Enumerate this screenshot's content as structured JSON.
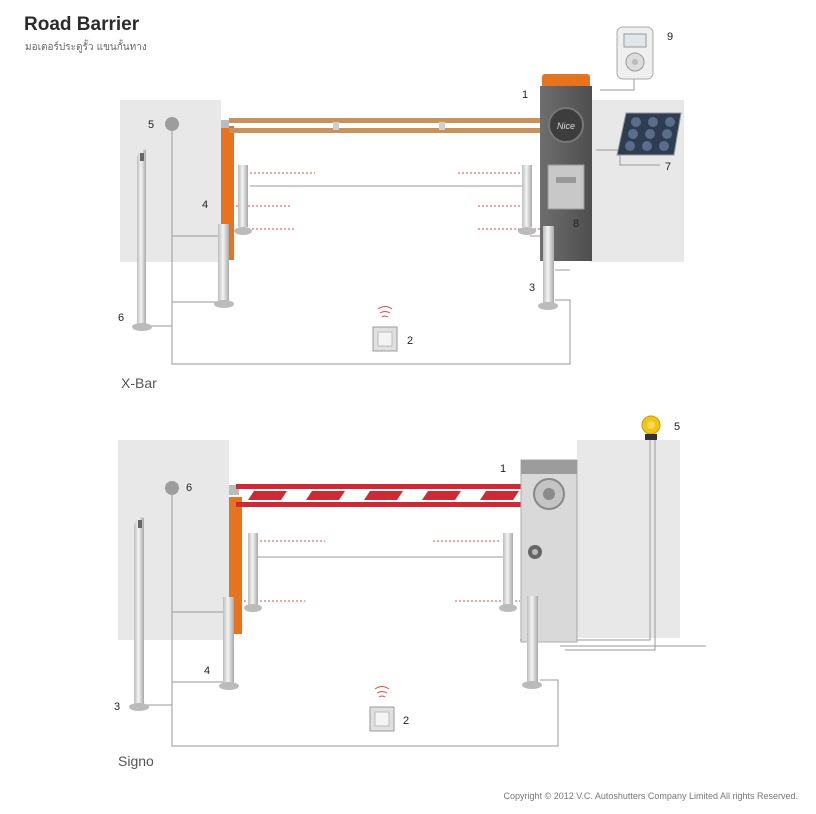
{
  "header": {
    "title": "Road Barrier",
    "subtitle": "มอเตอร์ประตูรั้ว แขนกั้นทาง"
  },
  "diagrams": [
    {
      "label": "X-Bar",
      "callouts": [
        "1",
        "2",
        "3",
        "4",
        "5",
        "6",
        "7",
        "8",
        "9"
      ],
      "motor_logo": "Nice"
    },
    {
      "label": "Signo",
      "callouts": [
        "1",
        "2",
        "3",
        "4",
        "5",
        "6"
      ]
    }
  ],
  "footer": {
    "copyright": "Copyright © 2012 V.C. Autoshutters Company Limited All rights Reserved."
  },
  "colors": {
    "wall": "#e8e8e8",
    "orange": "#e8731e",
    "barrier_body": "#5f5f5f",
    "bar_copper": "#c9925a",
    "bar_red": "#cc2a35",
    "beam_red": "#e24a4a"
  }
}
